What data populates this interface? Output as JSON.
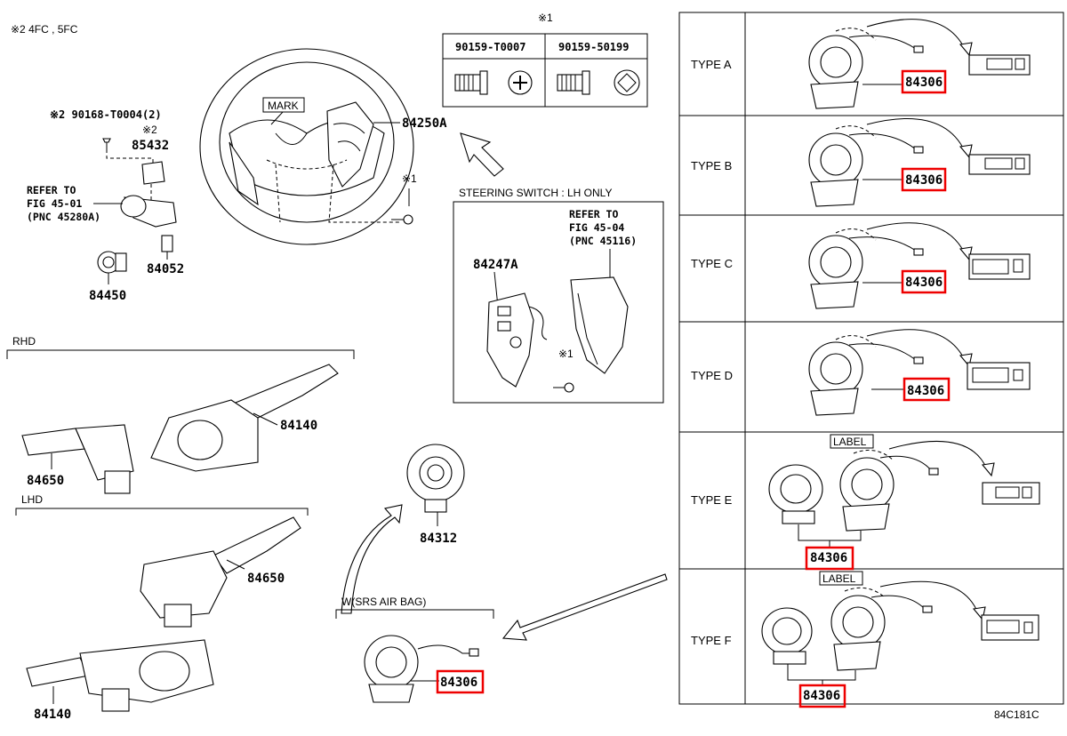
{
  "notes": {
    "note2": "※2  4FC , 5FC",
    "note1_mark": "※1",
    "note2_mark": "※2",
    "footer_code": "84C181C"
  },
  "screws": {
    "left_pn": "90159-T0007",
    "right_pn": "90159-50199"
  },
  "labels": {
    "mark": "MARK",
    "steering_switch": "STEERING SWITCH : LH ONLY",
    "rhd": "RHD",
    "lhd": "LHD",
    "srs": "W(SRS AIR BAG)",
    "label": "LABEL"
  },
  "refs": {
    "fig_45_01": [
      "REFER TO",
      "FIG 45-01",
      "(PNC 45280A)"
    ],
    "fig_45_04": [
      "REFER TO",
      "FIG 45-04",
      "(PNC 45116)"
    ]
  },
  "parts": {
    "p90168": "※2 90168-T0004(2)",
    "p85432": "85432",
    "p84052": "84052",
    "p84450": "84450",
    "p84250A": "84250A",
    "p84247A": "84247A",
    "p84140": "84140",
    "p84650": "84650",
    "p84312": "84312",
    "p84306": "84306"
  },
  "types": [
    "TYPE A",
    "TYPE B",
    "TYPE C",
    "TYPE D",
    "TYPE E",
    "TYPE F"
  ],
  "colors": {
    "highlight": "#e00000",
    "line": "#000000"
  }
}
